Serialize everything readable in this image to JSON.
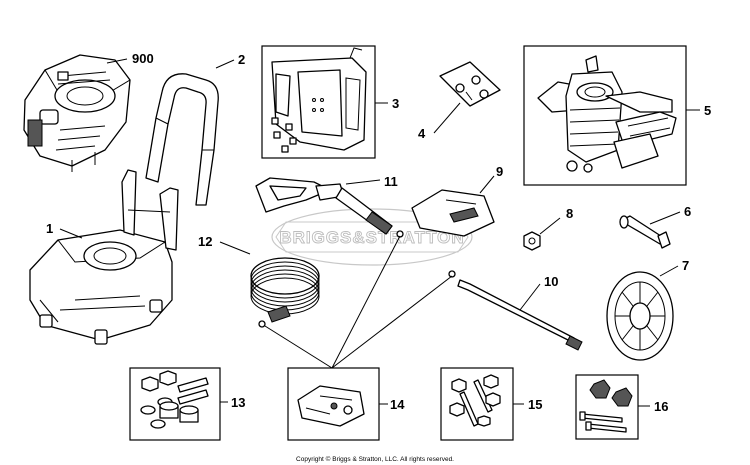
{
  "watermark": "BRIGGS&STRATTON",
  "copyright": "Copyright © Briggs & Stratton, LLC. All rights reserved.",
  "callouts": {
    "c900": "900",
    "c1": "1",
    "c2": "2",
    "c3": "3",
    "c4": "4",
    "c5": "5",
    "c6": "6",
    "c7": "7",
    "c8": "8",
    "c9": "9",
    "c10": "10",
    "c11": "11",
    "c12": "12",
    "c13": "13",
    "c14": "14",
    "c15": "15",
    "c16": "16"
  }
}
